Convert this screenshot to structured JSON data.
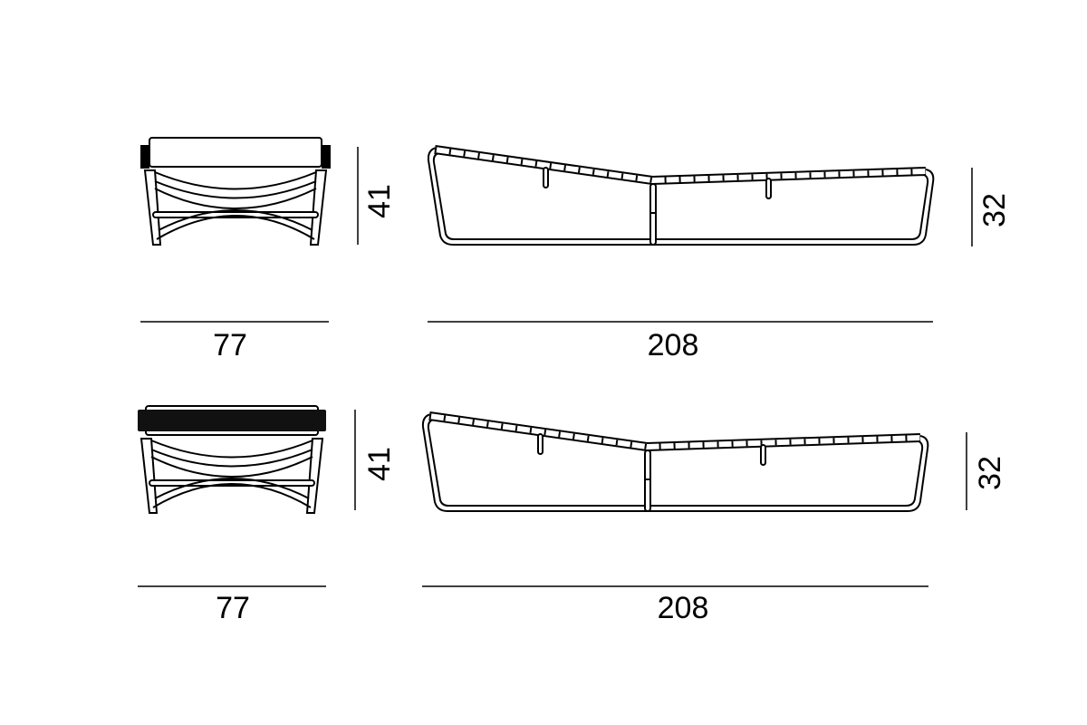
{
  "views": [
    {
      "name": "upper",
      "front_width": "77",
      "front_height": "41",
      "side_length": "208",
      "side_height": "32"
    },
    {
      "name": "lower",
      "front_width": "77",
      "front_height": "41",
      "side_length": "208",
      "side_height": "32"
    }
  ],
  "colors": {
    "line": "#000000",
    "background": "#ffffff"
  }
}
